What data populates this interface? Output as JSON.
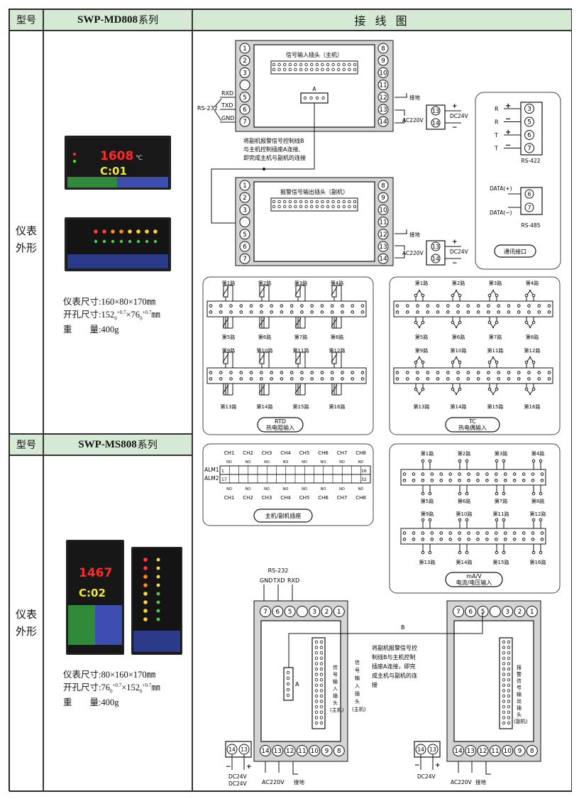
{
  "table": {
    "model_label": "型号",
    "wiring_label": "接 线 图",
    "appearance_label_1": "仪表",
    "appearance_label_2": "外形"
  },
  "model1": {
    "name_bold": "SWP-MD808",
    "name_suffix": "系列",
    "size": "仪表尺寸:160×80×170㎜",
    "cutout_a": "开孔尺寸:152",
    "cutout_b": "×76",
    "cutout_c": "㎜",
    "tol": "+0.7",
    "zero": "0",
    "weight": "重　　量:400g",
    "display_top": "1608",
    "display_bottom": "C:01"
  },
  "model2": {
    "name_bold": "SWP-MS808",
    "name_suffix": "系列",
    "size": "仪表尺寸:80×160×170㎜",
    "cutout_a": "开孔尺寸:76",
    "cutout_b": "×152",
    "cutout_c": "㎜",
    "tol": "+0.7",
    "zero": "0",
    "weight": "重　　量:400g",
    "display_top": "1467",
    "display_bottom": "C:02"
  },
  "wiring": {
    "signal_in_header": "信号输入插头（主机）",
    "alarm_out_header": "报警信号输出插头（副机）",
    "conn_a": "A",
    "conn_b": "B",
    "note_lines": [
      "将副机报警信号控制线B",
      "与主机控制插座A连接,",
      "即完成主机与副机的连接"
    ],
    "note_lines_2": [
      "将副机报警信号控",
      "制线B与主机控制",
      "插座A连接，即完",
      "成主机与副机的连",
      "接"
    ],
    "rs232": "RS-232",
    "rxd": "RXD",
    "txd": "TXD",
    "gnd": "GND",
    "ground": "接地",
    "ac220": "AC220V",
    "dc24": "DC24V",
    "comm_title": "通讯接口",
    "rs422": "RS-422",
    "rs485": "RS-485",
    "r": "R",
    "t": "T",
    "data_plus": "DATA(+)",
    "data_minus": "DATA(−)",
    "rtd_title_1": "RTD",
    "rtd_title_2": "热电阻输入",
    "tc_title_1": "TC",
    "tc_title_2": "热电偶输入",
    "ma_title_1": "mA/V",
    "ma_title_2": "电流/电压输入",
    "alm_title": "主机/副机插座",
    "alm1": "ALM1",
    "alm2": "ALM2",
    "no": "NO",
    "channels": [
      "CH1",
      "CH2",
      "CH3",
      "CH4",
      "CH5",
      "CH6",
      "CH7",
      "CH8"
    ],
    "route_top": [
      "第1路",
      "第2路",
      "第3路",
      "第4路"
    ],
    "route_mid1": [
      "第5路",
      "第6路",
      "第7路",
      "第8路"
    ],
    "route_mid2": [
      "第9路",
      "第10路",
      "第11路",
      "第12路"
    ],
    "route_bottom": [
      "第13路",
      "第14路",
      "第15路",
      "第16路"
    ],
    "pin_1": "1",
    "pin_16": "16",
    "pin_17": "17",
    "pin_32": "32",
    "sig_in_vertical": [
      "信",
      "号",
      "输",
      "入",
      "插",
      "头",
      "(主机)"
    ],
    "alarm_vertical": [
      "报",
      "警",
      "信",
      "号",
      "输",
      "出",
      "插",
      "头",
      "(副机)"
    ]
  }
}
